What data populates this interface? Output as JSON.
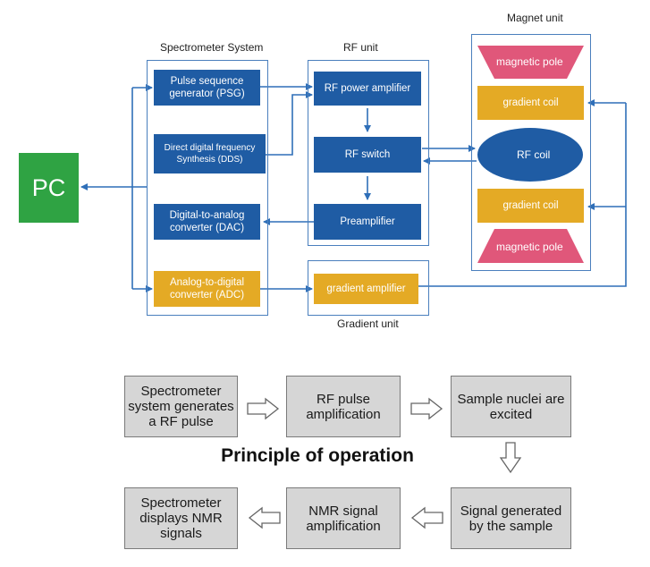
{
  "labels": {
    "spectrometer_system": "Spectrometer System",
    "rf_unit": "RF unit",
    "magnet_unit": "Magnet unit",
    "gradient_unit": "Gradient unit",
    "pc": "PC"
  },
  "spectrometer": {
    "psg_line1": "Pulse sequence",
    "psg_line2": "generator (PSG)",
    "dds_line1": "Direct digital frequency",
    "dds_line2": "Synthesis (DDS)",
    "dac_line1": "Digital-to-analog",
    "dac_line2": "converter (DAC)",
    "adc_line1": "Analog-to-digital",
    "adc_line2": "converter (ADC)"
  },
  "rf": {
    "power_amp": "RF power amplifier",
    "switch": "RF switch",
    "preamp": "Preamplifier"
  },
  "gradient": {
    "amplifier": "gradient amplifier"
  },
  "magnet": {
    "pole_top": "magnetic pole",
    "coil_top": "gradient coil",
    "rf_coil": "RF coil",
    "coil_bottom": "gradient coil",
    "pole_bottom": "magnetic pole"
  },
  "principle": {
    "title": "Principle of operation",
    "step1_l1": "Spectrometer",
    "step1_l2": "system generates",
    "step1_l3": "a RF pulse",
    "step2_l1": "RF pulse",
    "step2_l2": "amplification",
    "step3_l1": "Sample nuclei are",
    "step3_l2": "excited",
    "step4_l1": "Signal generated",
    "step4_l2": "by the sample",
    "step5_l1": "NMR signal",
    "step5_l2": "amplification",
    "step6_l1": "Spectrometer",
    "step6_l2": "displays NMR",
    "step6_l3": "signals"
  },
  "colors": {
    "blue_block": "#1f5ca4",
    "gold_block": "#e4aa25",
    "pc_green": "#2fa343",
    "pole_pink": "#e0577a",
    "line_blue": "#2f6fb8",
    "grey_box": "#d6d6d6"
  }
}
